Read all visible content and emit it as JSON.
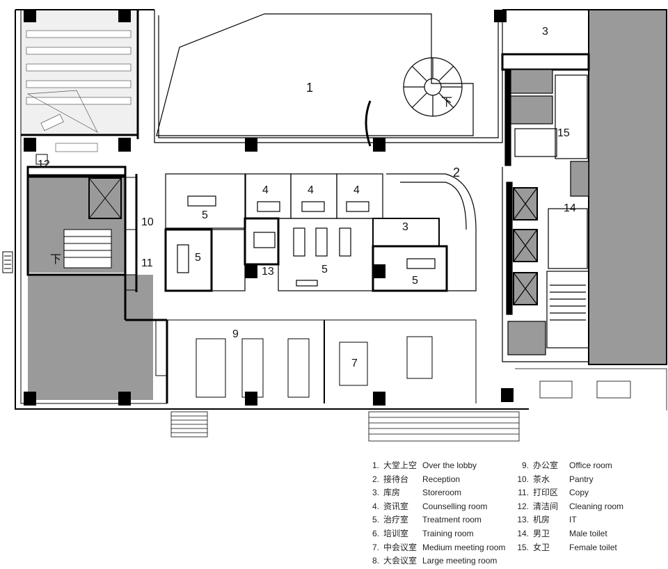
{
  "room_labels": {
    "r1": "1",
    "r2": "2",
    "r3a": "3",
    "r3b": "3",
    "r4a": "4",
    "r4b": "4",
    "r4c": "4",
    "r5a": "5",
    "r5b": "5",
    "r5c": "5",
    "r5d": "5",
    "r7": "7",
    "r9": "9",
    "r10": "10",
    "r11": "11",
    "r12": "12",
    "r13": "13",
    "r14": "14",
    "r15": "15"
  },
  "legend_left": [
    {
      "num": "1.",
      "zh": "大堂上空",
      "en": "Over the lobby"
    },
    {
      "num": "2.",
      "zh": "接待台",
      "en": "Reception"
    },
    {
      "num": "3.",
      "zh": "库房",
      "en": "Storeroom"
    },
    {
      "num": "4.",
      "zh": "资讯室",
      "en": "Counselling room"
    },
    {
      "num": "5.",
      "zh": "治疗室",
      "en": "Treatment room"
    },
    {
      "num": "6.",
      "zh": "培训室",
      "en": "Training room"
    },
    {
      "num": "7.",
      "zh": "中会议室",
      "en": "Medium meeting room"
    },
    {
      "num": "8.",
      "zh": "大会议室",
      "en": "Large meeting room"
    }
  ],
  "legend_right": [
    {
      "num": "9.",
      "zh": "办公室",
      "en": "Office room"
    },
    {
      "num": "10.",
      "zh": "茶水",
      "en": "Pantry"
    },
    {
      "num": "11.",
      "zh": "打印区",
      "en": "Copy"
    },
    {
      "num": "12.",
      "zh": "清洁间",
      "en": "Cleaning room"
    },
    {
      "num": "13.",
      "zh": "机房",
      "en": "IT"
    },
    {
      "num": "14.",
      "zh": "男卫",
      "en": "Male toilet"
    },
    {
      "num": "15.",
      "zh": "女卫",
      "en": "Female toilet"
    }
  ],
  "stair_down_marks": {
    "spiral": "下",
    "left_stair": "下"
  },
  "colors": {
    "wall": "#000000",
    "core_fill": "#9a9a9a",
    "light_fill": "#f0f0f0",
    "line": "#444444"
  }
}
